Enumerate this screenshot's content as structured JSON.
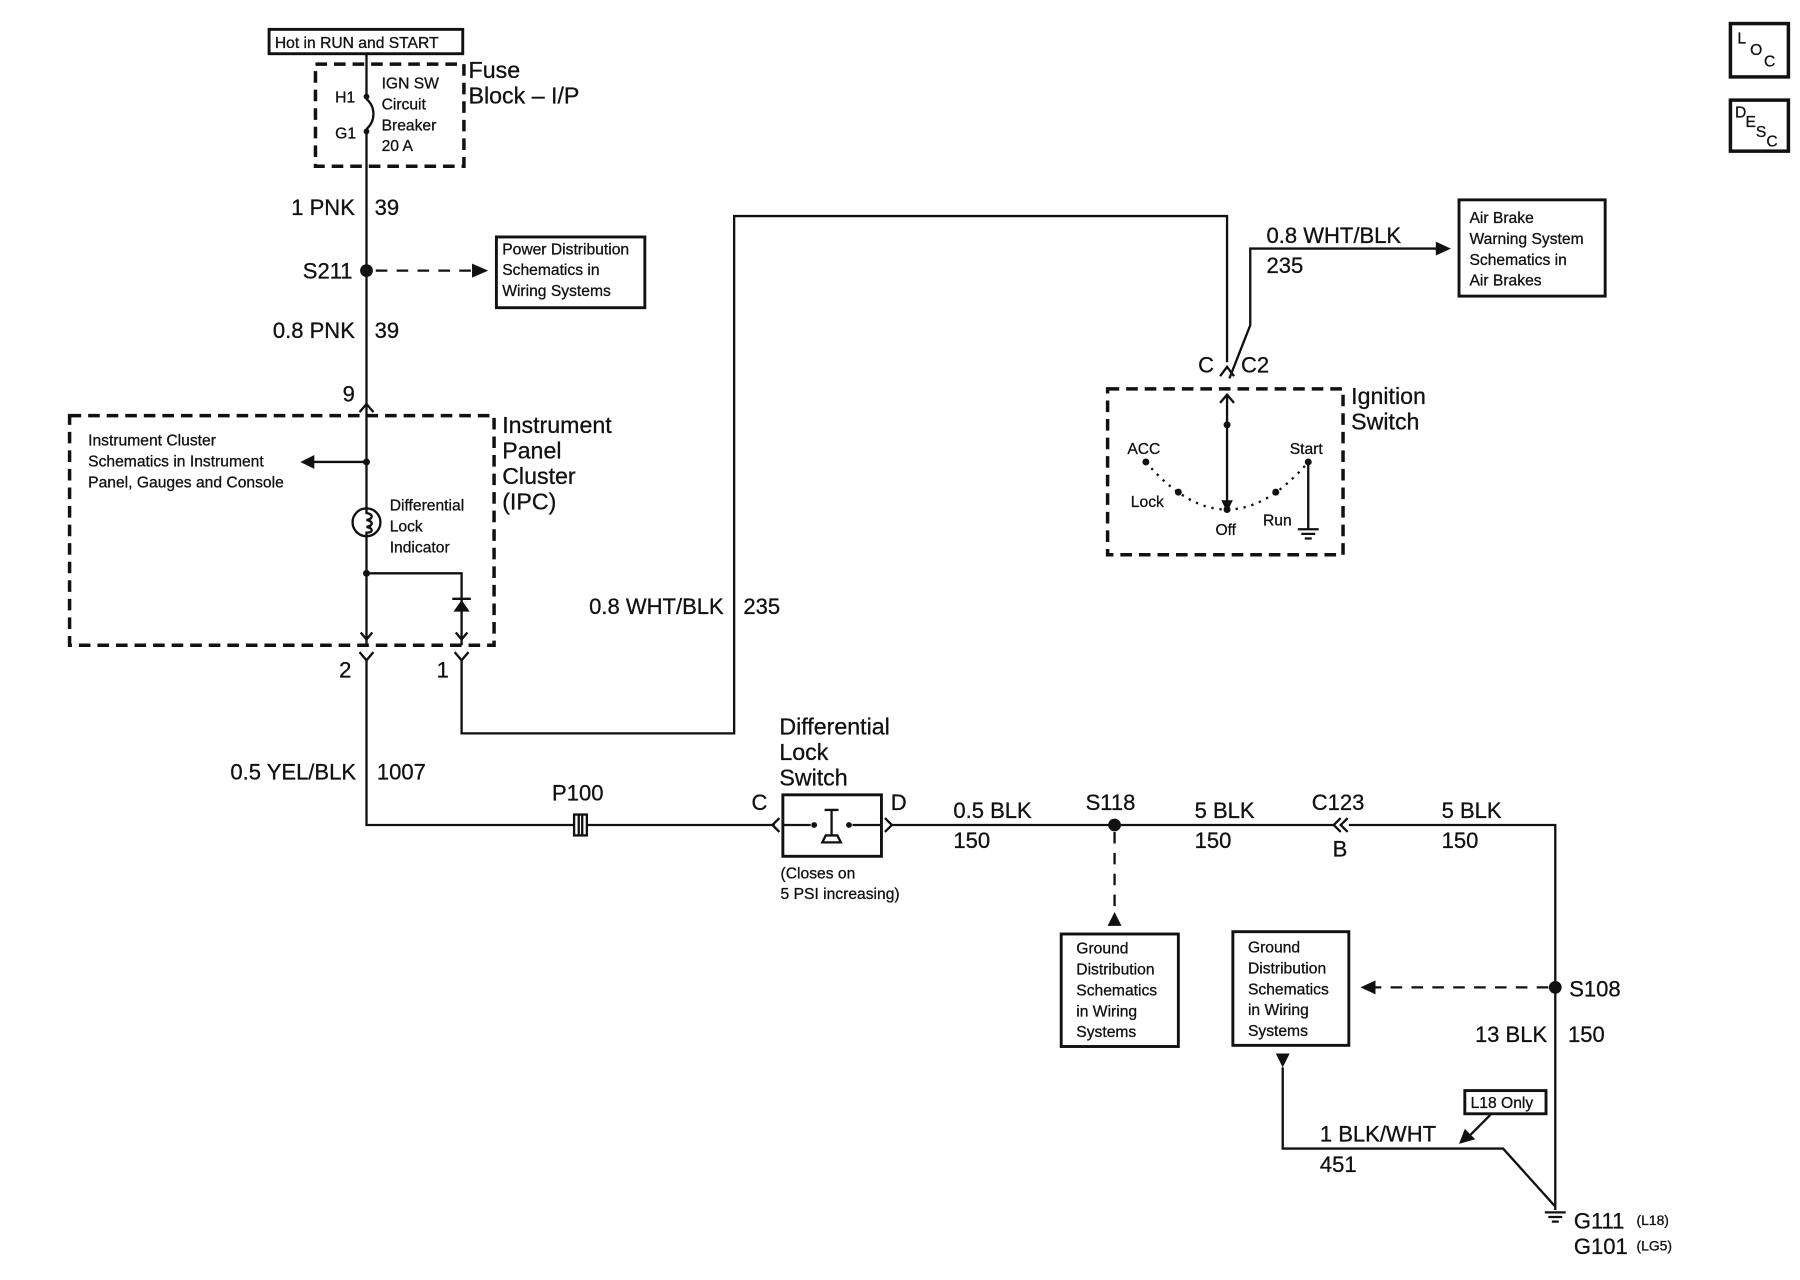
{
  "colors": {
    "line": "#111111",
    "background": "#ffffff"
  },
  "nav_buttons": {
    "loc_letters": [
      "L",
      "O",
      "C"
    ],
    "desc_letters": [
      "D",
      "E",
      "S",
      "C"
    ]
  },
  "power_feed": {
    "hot_label": "Hot in RUN and START"
  },
  "fuse_block": {
    "title": [
      "Fuse",
      "Block – I/P"
    ],
    "terminal_in": "H1",
    "terminal_out": "G1",
    "breaker": [
      "IGN SW",
      "Circuit",
      "Breaker",
      "20 A"
    ]
  },
  "circuit_39": {
    "upper": {
      "wire": "1 PNK",
      "circuit": "39"
    },
    "splice": "S211",
    "lower": {
      "wire": "0.8 PNK",
      "circuit": "39"
    },
    "ipc_pin": "9"
  },
  "references": {
    "power_distribution": [
      "Power Distribution",
      "Schematics in",
      "Wiring Systems"
    ],
    "instrument_cluster": [
      "Instrument Cluster",
      "Schematics in Instrument",
      "Panel, Gauges and Console"
    ],
    "air_brake": [
      "Air Brake",
      "Warning System",
      "Schematics in",
      "Air Brakes"
    ],
    "ground_s118": [
      "Ground",
      "Distribution",
      "Schematics",
      "in Wiring",
      "Systems"
    ],
    "ground_s108": [
      "Ground",
      "Distribution",
      "Schematics",
      "in Wiring",
      "Systems"
    ]
  },
  "ipc": {
    "title": [
      "Instrument",
      "Panel",
      "Cluster",
      "(IPC)"
    ],
    "indicator": [
      "Differential",
      "Lock",
      "Indicator"
    ],
    "pin_2": "2",
    "pin_1": "1"
  },
  "circuit_235": {
    "lower": {
      "wire": "0.8 WHT/BLK",
      "circuit": "235"
    },
    "upper": {
      "wire": "0.8 WHT/BLK",
      "circuit": "235"
    }
  },
  "ignition_switch": {
    "title": [
      "Ignition",
      "Switch"
    ],
    "connector": "C",
    "cavity": "C2",
    "positions": {
      "acc": "ACC",
      "lock": "Lock",
      "off": "Off",
      "run": "Run",
      "start": "Start"
    }
  },
  "circuit_1007": {
    "wire": "0.5 YEL/BLK",
    "circuit": "1007",
    "connector": "P100"
  },
  "diff_lock_switch": {
    "title": [
      "Differential",
      "Lock",
      "Switch"
    ],
    "terminal_c": "C",
    "terminal_d": "D",
    "note": [
      "(Closes on",
      "5 PSI increasing)"
    ]
  },
  "circuit_150": {
    "seg1": {
      "wire": "0.5 BLK",
      "circuit": "150"
    },
    "splice_s118": "S118",
    "seg2": {
      "wire": "5 BLK",
      "circuit": "150"
    },
    "connector": "C123",
    "connector_cavity": "B",
    "seg3": {
      "wire": "5 BLK",
      "circuit": "150"
    },
    "splice_s108": "S108",
    "seg4": {
      "wire": "13 BLK",
      "circuit": "150"
    }
  },
  "circuit_451": {
    "wire": "1 BLK/WHT",
    "circuit": "451",
    "option_note": "L18 Only"
  },
  "grounds": [
    {
      "name": "G111",
      "option": "(L18)"
    },
    {
      "name": "G101",
      "option": "(LG5)"
    }
  ]
}
